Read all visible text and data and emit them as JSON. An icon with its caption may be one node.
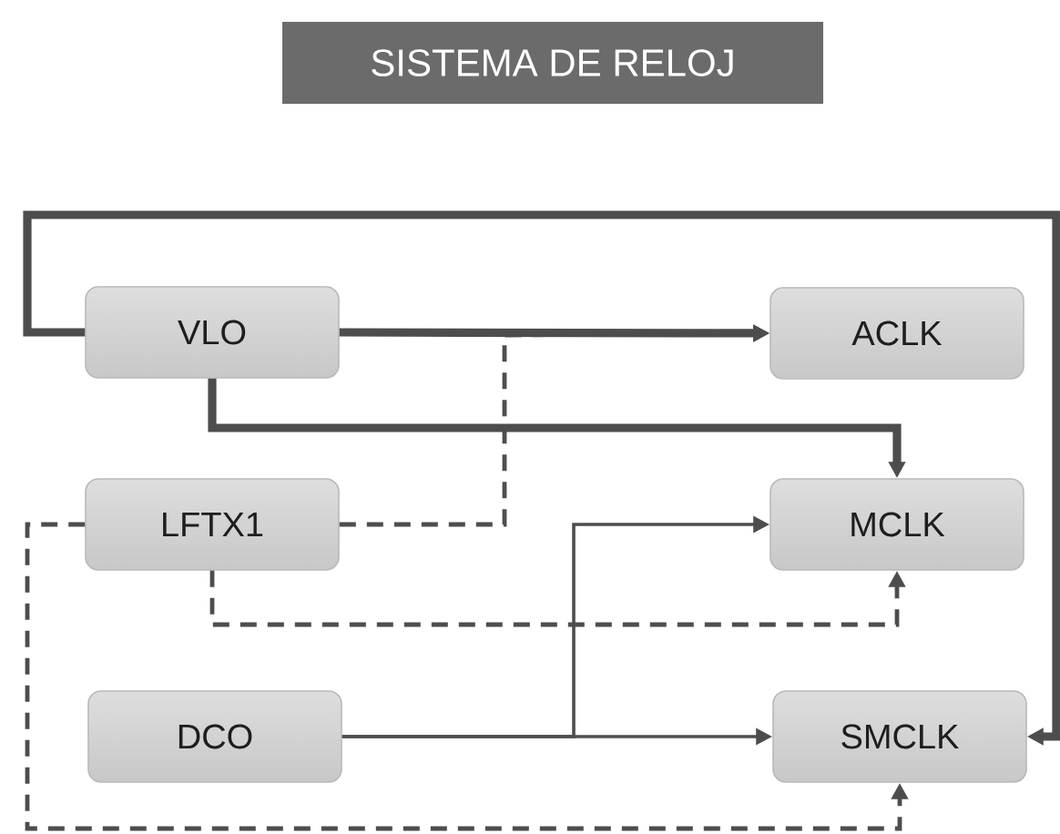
{
  "diagram": {
    "title": "SISTEMA DE RELOJ",
    "nodes": [
      {
        "text": [
          "VLO"
        ]
      },
      {
        "text": [
          "ACLK"
        ]
      },
      {
        "text": [
          "LFTX1"
        ]
      },
      {
        "text": [
          "MCLK"
        ]
      },
      {
        "text": [
          "DCO"
        ]
      },
      {
        "text": [
          "SMCLK"
        ]
      }
    ],
    "edges": [
      {
        "from": 0,
        "to": 1,
        "arrow": "to",
        "style": "thick"
      },
      {
        "from": 0,
        "to": 3,
        "arrow": "to",
        "style": "thick"
      },
      {
        "from": 0,
        "to": 5,
        "arrow": "to",
        "style": "thick"
      },
      {
        "from": 2,
        "to": 1,
        "arrow": "to",
        "style": "dashed"
      },
      {
        "from": 2,
        "to": 3,
        "arrow": "to",
        "style": "dashed"
      },
      {
        "from": 2,
        "to": 5,
        "arrow": "to",
        "style": "dashed"
      },
      {
        "from": 4,
        "to": 3,
        "arrow": "to"
      },
      {
        "from": 4,
        "to": 5,
        "arrow": "to"
      }
    ]
  }
}
